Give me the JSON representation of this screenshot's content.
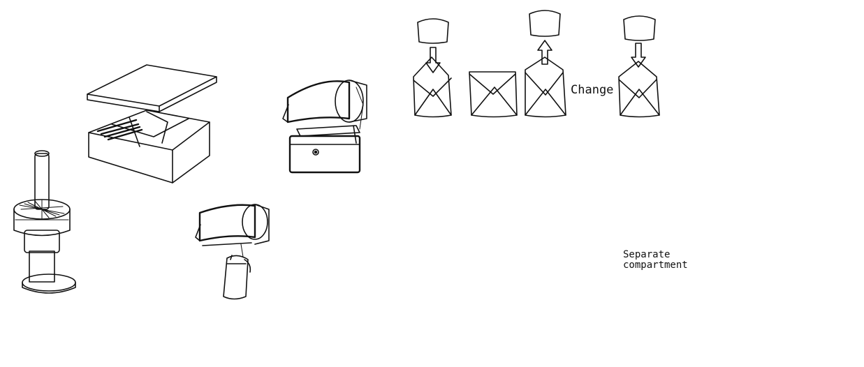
{
  "labels": {
    "change": "Change",
    "separate_line1": "Separate",
    "separate_line2": "compartment"
  },
  "icons": [
    "spindle-holder-sketch",
    "lidded-box-sketch",
    "roll-dispenser-with-box-sketch",
    "roll-dispenser-with-pouch-sketch",
    "envelope-change-sequence-sketch",
    "drawstring-pouch-sketch",
    "divided-roll-case-sketch",
    "roll-bag-sketch",
    "single-roll-bag-sketch",
    "tied-compartment-bag-sketch"
  ],
  "colors": {
    "ink": "#111111",
    "paper": "#ffffff"
  }
}
